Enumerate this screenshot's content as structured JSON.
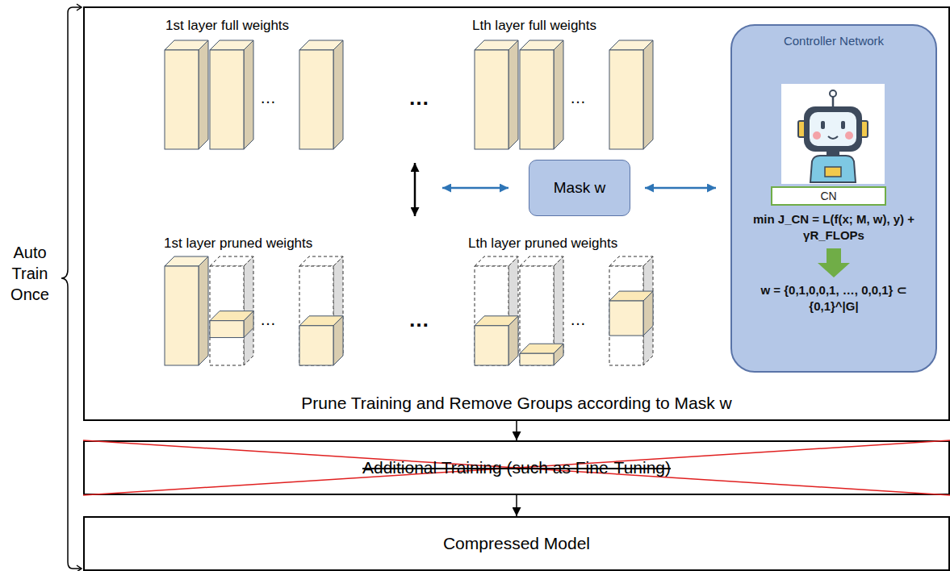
{
  "diagram": {
    "nodes": [
      {
        "text": [
          "Prune Training and Remove Groups according to Mask w"
        ]
      },
      {
        "text": [
          "Mask w"
        ],
        "in": 0
      },
      {
        "text": [
          "Controller Network",
          "min J_CN = L(f(x; M, w), y) + γR_FLOPs",
          "w = {0,1,0,0,1, …, 0,0,1} ⊂ {0,1}^|G|"
        ],
        "in": 0
      },
      {
        "text": [
          "CN"
        ],
        "in": 2
      },
      {
        "text": [
          "Additional Training (such as Fine-Tuning)"
        ]
      },
      {
        "text": [
          "Compressed Model"
        ]
      }
    ],
    "edges": [
      {
        "from": 1,
        "to": 2,
        "arrow": "both"
      },
      {
        "from": 0,
        "to": 4,
        "arrow": "to"
      },
      {
        "from": 4,
        "to": 5,
        "arrow": "to"
      }
    ],
    "labels": [
      "1st layer full weights",
      "…",
      "…",
      "Lth layer full weights",
      "…",
      "1st layer pruned weights",
      "…",
      "…",
      "Lth layer pruned weights",
      "…",
      "Auto Train Once"
    ]
  }
}
